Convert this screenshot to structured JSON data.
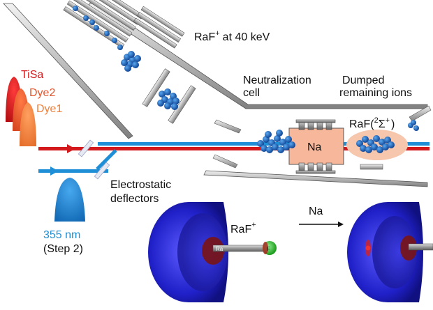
{
  "labels": {
    "ion_beam": "RaF",
    "ion_beam_charge": "+",
    "ion_beam_energy": "at 40 keV",
    "neutralization_1": "Neutralization",
    "neutralization_2": "cell",
    "dumped_1": "Dumped",
    "dumped_2": "remaining ions",
    "sodium": "Na",
    "molecule_state_prefix": "RaF(",
    "molecule_state_sup": "2",
    "molecule_state_sigma": "Σ",
    "molecule_state_sigma_sup": "+",
    "molecule_state_suffix": ")",
    "laser_tisa": "TiSa",
    "laser_dye2": "Dye2",
    "laser_dye1": "Dye1",
    "laser_355_1": "355 nm",
    "laser_355_2": "(Step 2)",
    "deflectors_1": "Electrostatic",
    "deflectors_2": "deflectors",
    "mol_label": "RaF",
    "mol_label_charge": "+",
    "arrow_label": "Na",
    "atom_ra": "Ra",
    "atom_f": "F"
  },
  "colors": {
    "ion_blue": "#1f5fb5",
    "laser_red": "#d4191c",
    "laser_blue": "#1e8fd6",
    "cell_fill": "#f6b79b",
    "electrode_gray": "#bdbdbd",
    "orbital_blue": "#2a2ad0",
    "ra_red": "#9e1b1b",
    "f_green": "#3fcf3f"
  }
}
